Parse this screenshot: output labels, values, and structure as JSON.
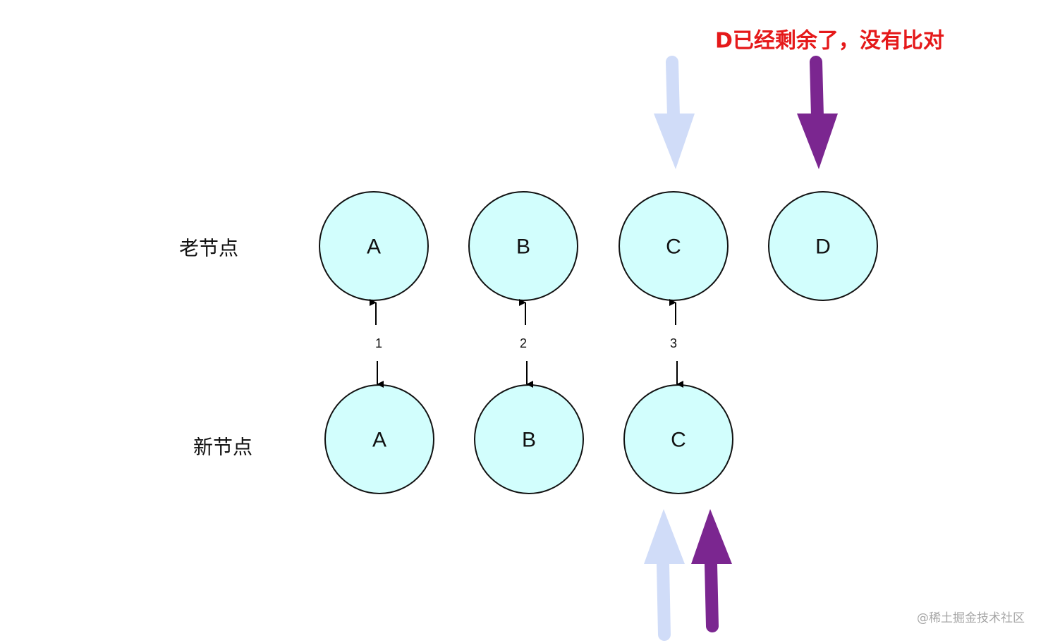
{
  "annotation": "D已经剩余了，没有比对",
  "watermark": "@稀土掘金技术社区",
  "rows": {
    "old": {
      "label": "老节点",
      "nodes": [
        "A",
        "B",
        "C",
        "D"
      ]
    },
    "new": {
      "label": "新节点",
      "nodes": [
        "A",
        "B",
        "C"
      ]
    }
  },
  "comparisons": [
    "1",
    "2",
    "3"
  ],
  "pointers": [
    {
      "name": "old-start-pointer",
      "row": "old",
      "index": 2,
      "direction": "down",
      "color": "#d0dcf8"
    },
    {
      "name": "old-end-pointer",
      "row": "old",
      "index": 3,
      "direction": "down",
      "color": "#7b2690"
    },
    {
      "name": "new-start-pointer",
      "row": "new",
      "index": 2,
      "direction": "up",
      "color": "#d0dcf8"
    },
    {
      "name": "new-end-pointer",
      "row": "new",
      "index": 2,
      "direction": "up",
      "color": "#7b2690"
    }
  ],
  "colors": {
    "node_fill": "#d2fefd",
    "annotation": "#e5191a",
    "light_pointer": "#d0dcf8",
    "dark_pointer": "#7b2690"
  }
}
